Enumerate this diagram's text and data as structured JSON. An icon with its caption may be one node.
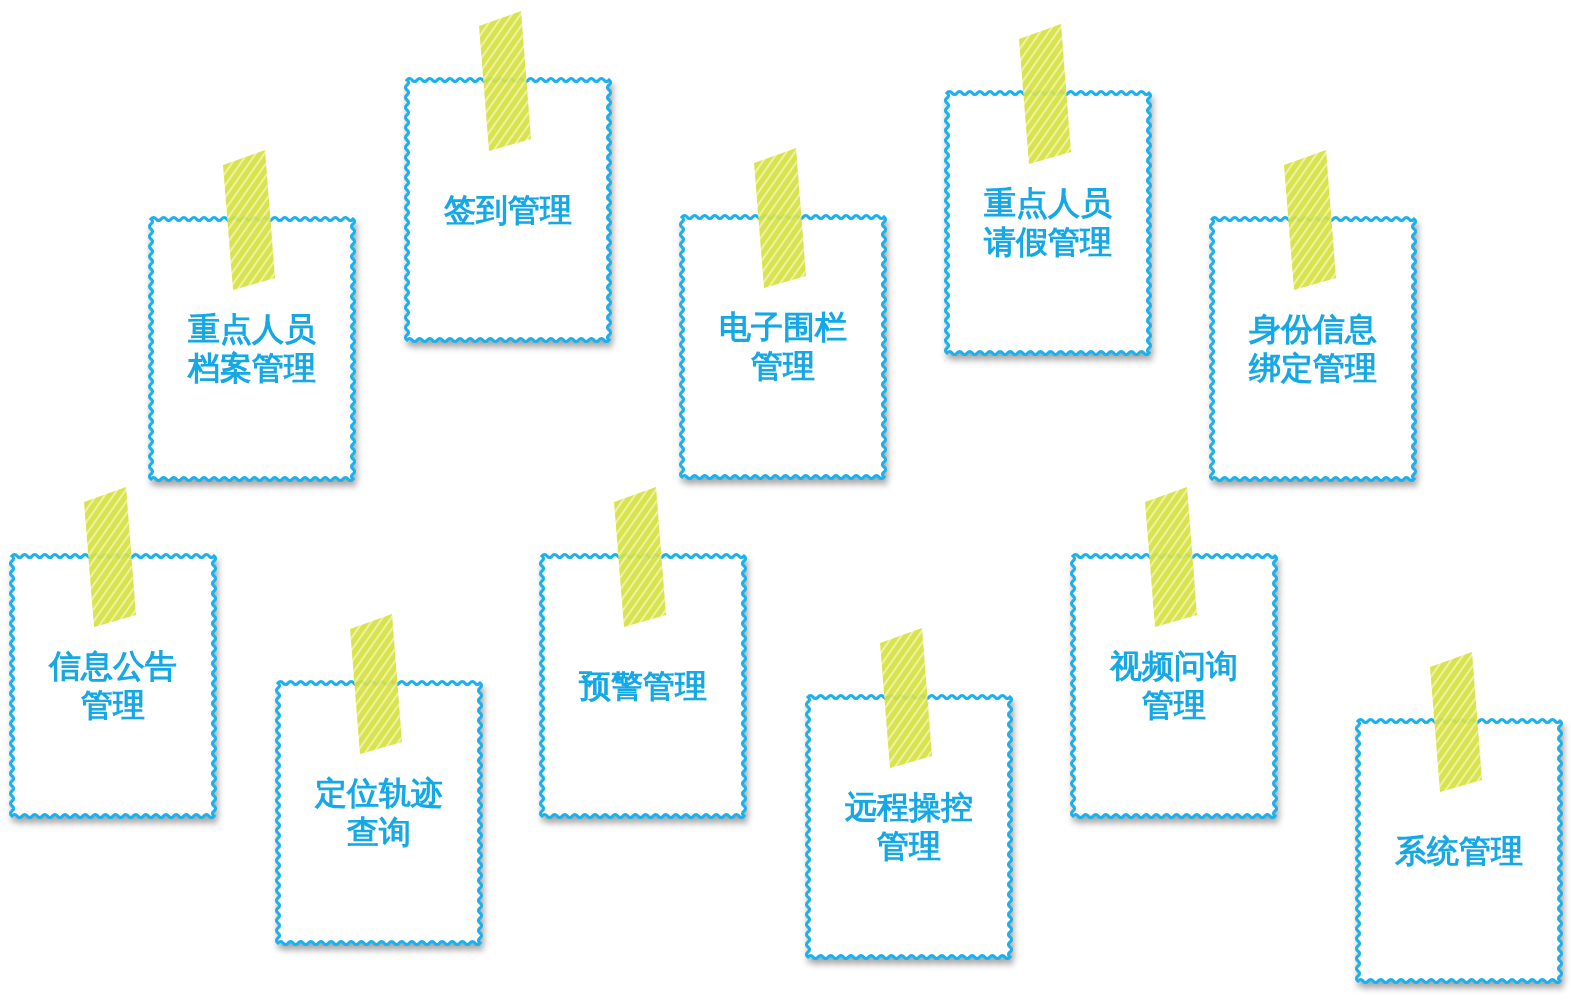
{
  "diagram": {
    "nodes": [
      {
        "text": [
          "重点人员档案管理"
        ]
      },
      {
        "text": [
          "签到管理"
        ]
      },
      {
        "text": [
          "电子围栏管理"
        ]
      },
      {
        "text": [
          "重点人员请假管理"
        ]
      },
      {
        "text": [
          "身份信息绑定管理"
        ]
      },
      {
        "text": [
          "信息公告管理"
        ]
      },
      {
        "text": [
          "定位轨迹查询"
        ]
      },
      {
        "text": [
          "预警管理"
        ]
      },
      {
        "text": [
          "远程操控管理"
        ]
      },
      {
        "text": [
          "视频问询管理"
        ]
      },
      {
        "text": [
          "系统管理"
        ]
      }
    ]
  }
}
